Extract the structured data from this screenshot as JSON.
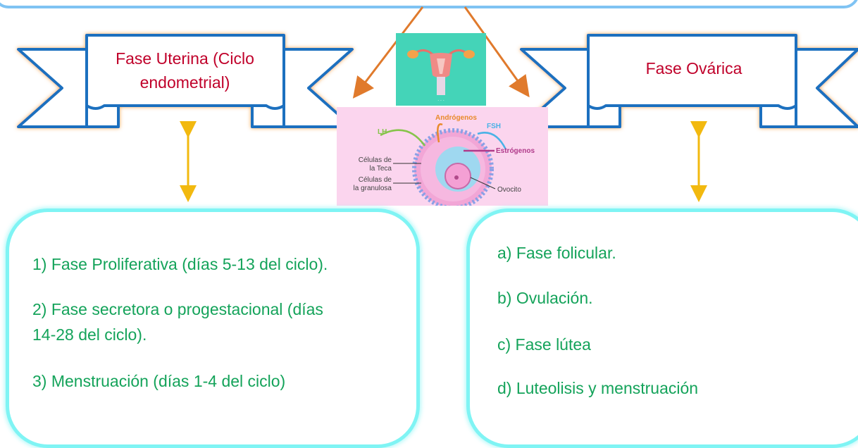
{
  "ribbons": {
    "left_label": "Fase Uterina (Ciclo endometrial)",
    "right_label": "Fase Ovárica"
  },
  "uterine_box": {
    "items": [
      "1) Fase Proliferativa (días 5-13 del ciclo).",
      "2) Fase secretora o progestacional (días",
      "14-28 del ciclo).",
      "3) Menstruación (días 1-4 del ciclo)"
    ]
  },
  "ovarian_box": {
    "items": [
      "a) Fase folicular.",
      "b) Ovulación.",
      "c) Fase lútea",
      "d) Luteolisis y menstruación"
    ]
  },
  "follicle_diagram": {
    "androgenos": "Andrógenos",
    "lh": "LH",
    "fsh": "FSH",
    "estrogenos": "Estrógenos",
    "teca_1": "Células de",
    "teca_2": "la Teca",
    "granulosa_1": "Células de",
    "granulosa_2": "la granulosa",
    "ovocito": "Ovocito"
  },
  "colors": {
    "ribbon_border": "#1f6fbf",
    "ribbon_glow": "#f5a04a",
    "label_red": "#c0002a",
    "list_green": "#14a35a",
    "box_border": "#7ff4f4",
    "arrow_orange": "#e07a2c",
    "arrow_yellow": "#f2b90f"
  }
}
